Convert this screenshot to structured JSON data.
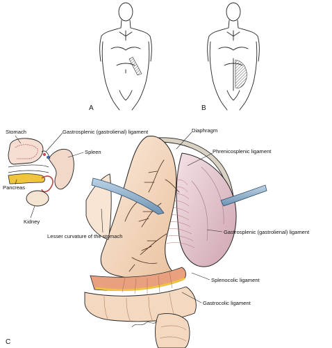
{
  "panels": {
    "a": "A",
    "b": "B",
    "c": "C"
  },
  "labels": {
    "stomach": "Stomach",
    "gastrosplenic_top": "Gastrosplenic (gastrolienal) ligament",
    "spleen": "Spleen",
    "pancreas": "Pancreas",
    "kidney": "Kidney",
    "lesser_curvature": "Lesser curvature of the stomach",
    "diaphragm": "Diaphragm",
    "phrenicosplenic": "Phrenicosplenic ligament",
    "gastrosplenic_right": "Gastrosplenic (gastrolienal) ligament",
    "splenocolic": "Splenocolic ligament",
    "gastrocolic": "Gastrocolic ligament"
  },
  "colors": {
    "tissue": "#f4d9c0",
    "tissue_shadow": "#e6bc98",
    "spleen": "#e3c3cc",
    "vessel": "#4a2a1a",
    "retractor": "#8fb2cf",
    "fat": "#f0c43c",
    "colon_red": "#e08a6e"
  }
}
